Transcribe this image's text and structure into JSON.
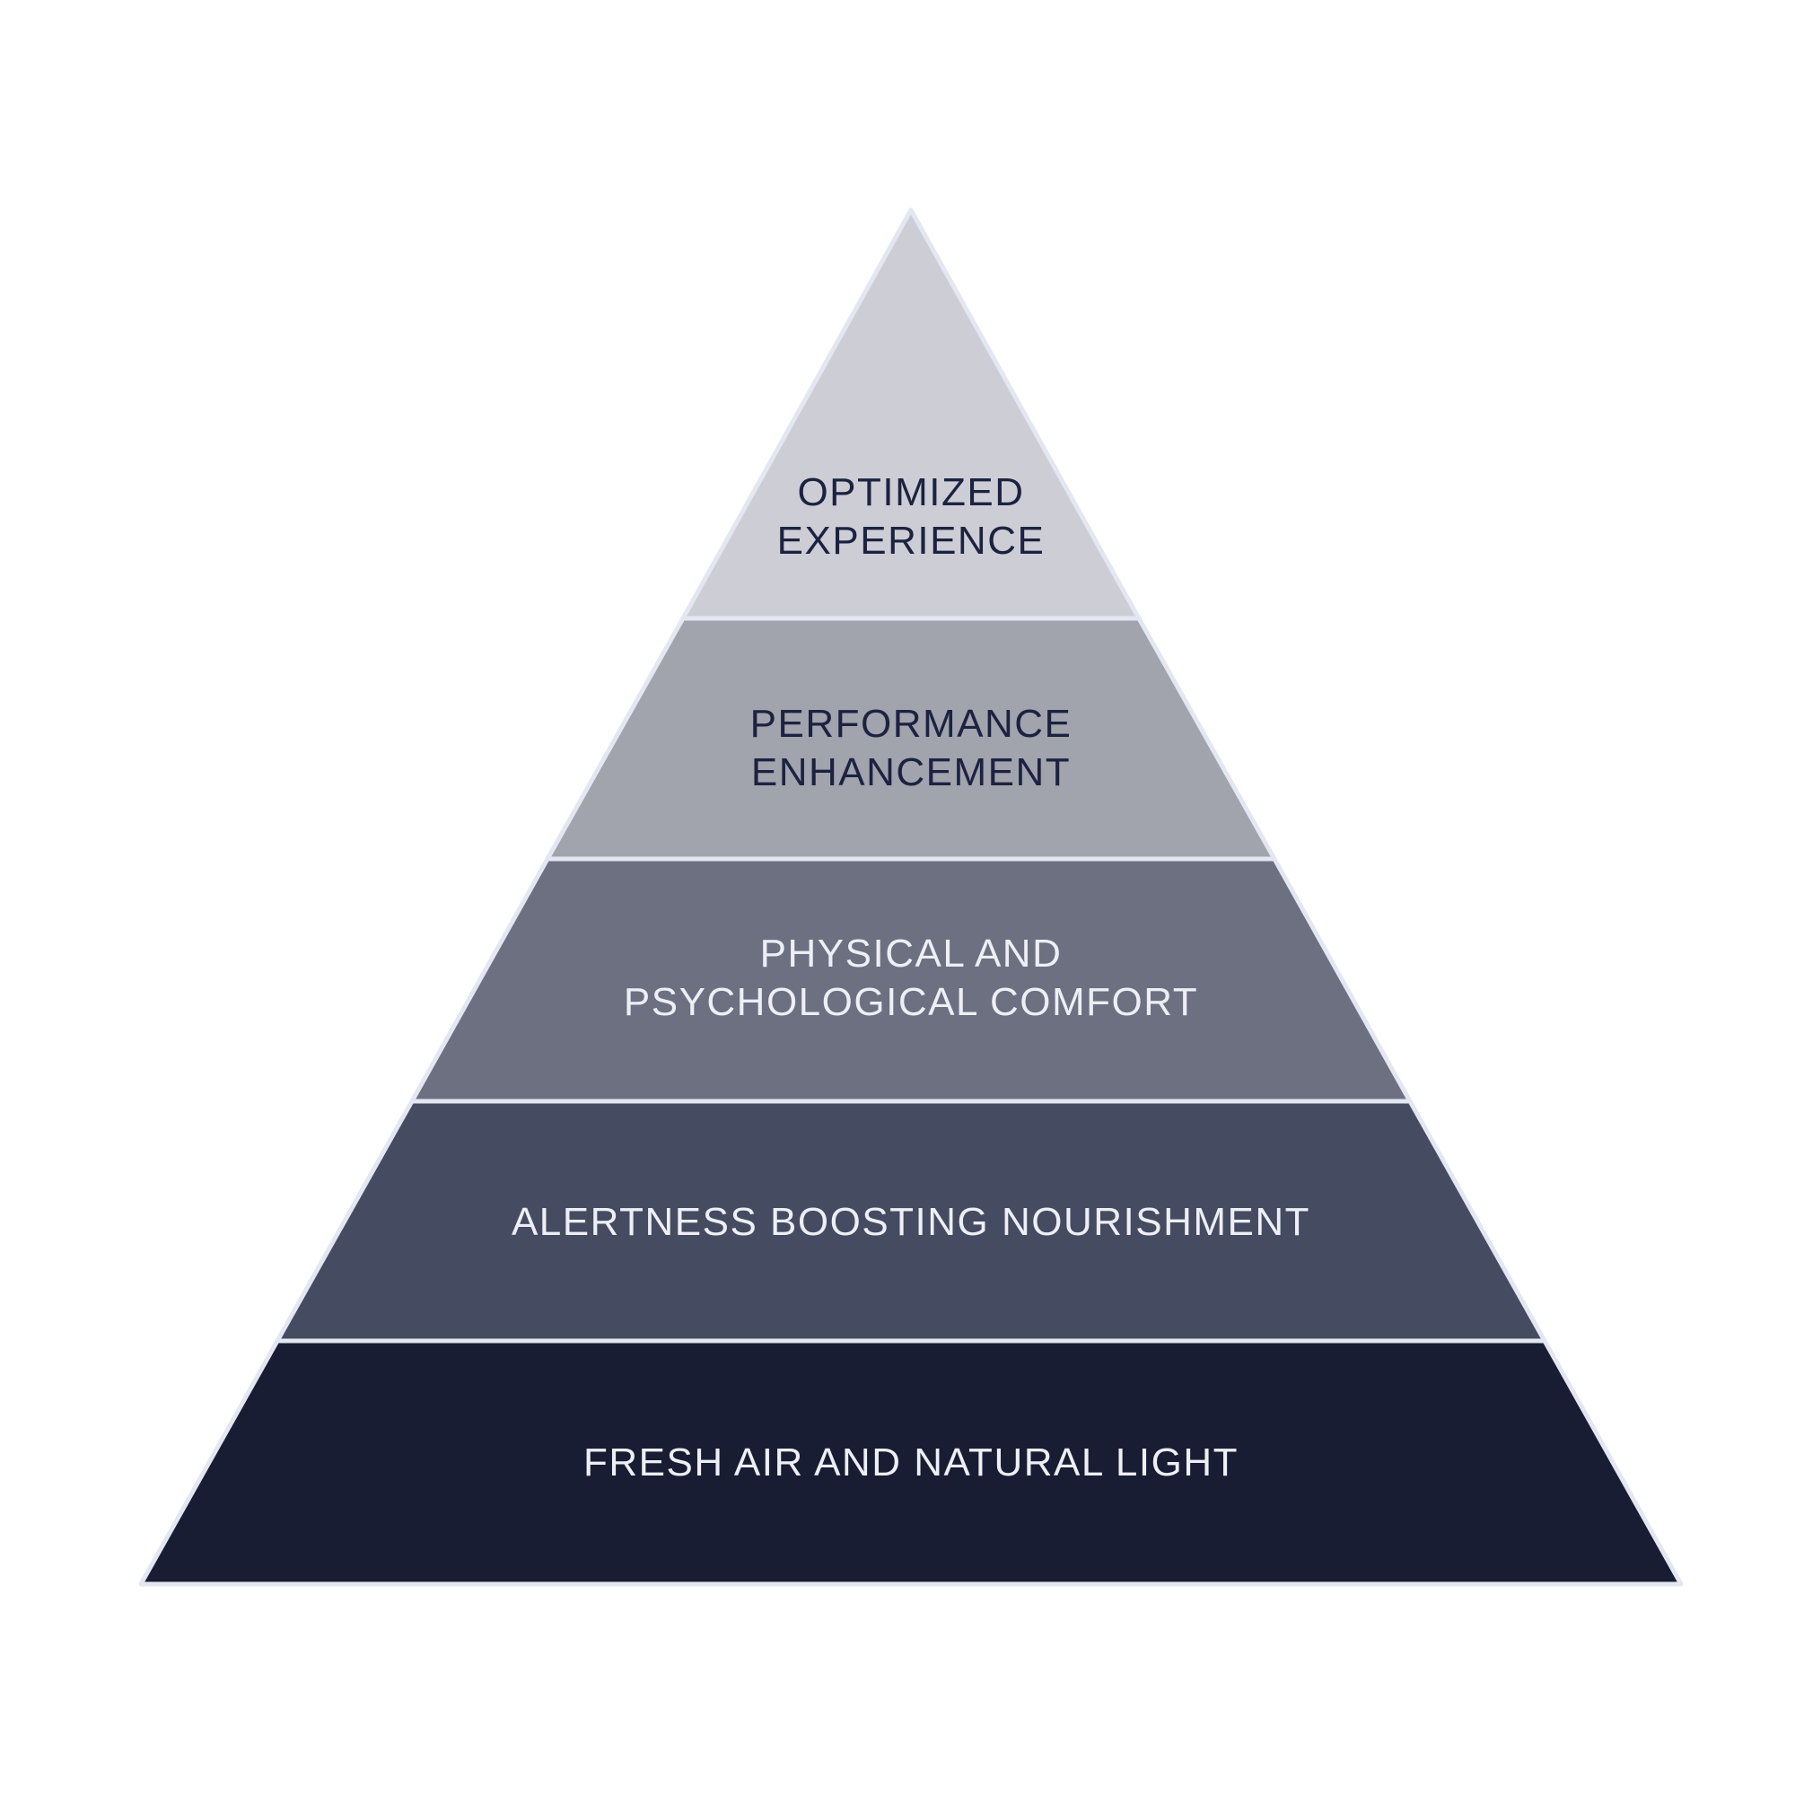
{
  "background_color": "#ffffff",
  "pyramid": {
    "title": "workplace experience pyramid",
    "stroke_color": "#e3e7f1",
    "levels": [
      {
        "rank": 1,
        "position": "top",
        "label": "OPTIMIZED EXPERIENCE",
        "lines": [
          "OPTIMIZED",
          "EXPERIENCE"
        ],
        "fill": "#cdced5",
        "text_color": "#1c2240"
      },
      {
        "rank": 2,
        "position": "second",
        "label": "PERFORMANCE ENHANCEMENT",
        "lines": [
          "PERFORMANCE",
          "ENHANCEMENT"
        ],
        "fill": "#a1a3ad",
        "text_color": "#1c2240"
      },
      {
        "rank": 3,
        "position": "middle",
        "label": "PHYSICAL AND PSYCHOLOGICAL COMFORT",
        "lines": [
          "PHYSICAL AND",
          "PSYCHOLOGICAL COMFORT"
        ],
        "fill": "#6c7081",
        "text_color": "#edeff5"
      },
      {
        "rank": 4,
        "position": "fourth",
        "label": "ALERTNESS BOOSTING NOURISHMENT",
        "lines": [
          "ALERTNESS BOOSTING NOURISHMENT"
        ],
        "fill": "#454b61",
        "text_color": "#edeff5"
      },
      {
        "rank": 5,
        "position": "base",
        "label": "FRESH AIR AND NATURAL LIGHT",
        "lines": [
          "FRESH AIR AND NATURAL LIGHT"
        ],
        "fill": "#181d33",
        "text_color": "#edeff5"
      }
    ]
  }
}
